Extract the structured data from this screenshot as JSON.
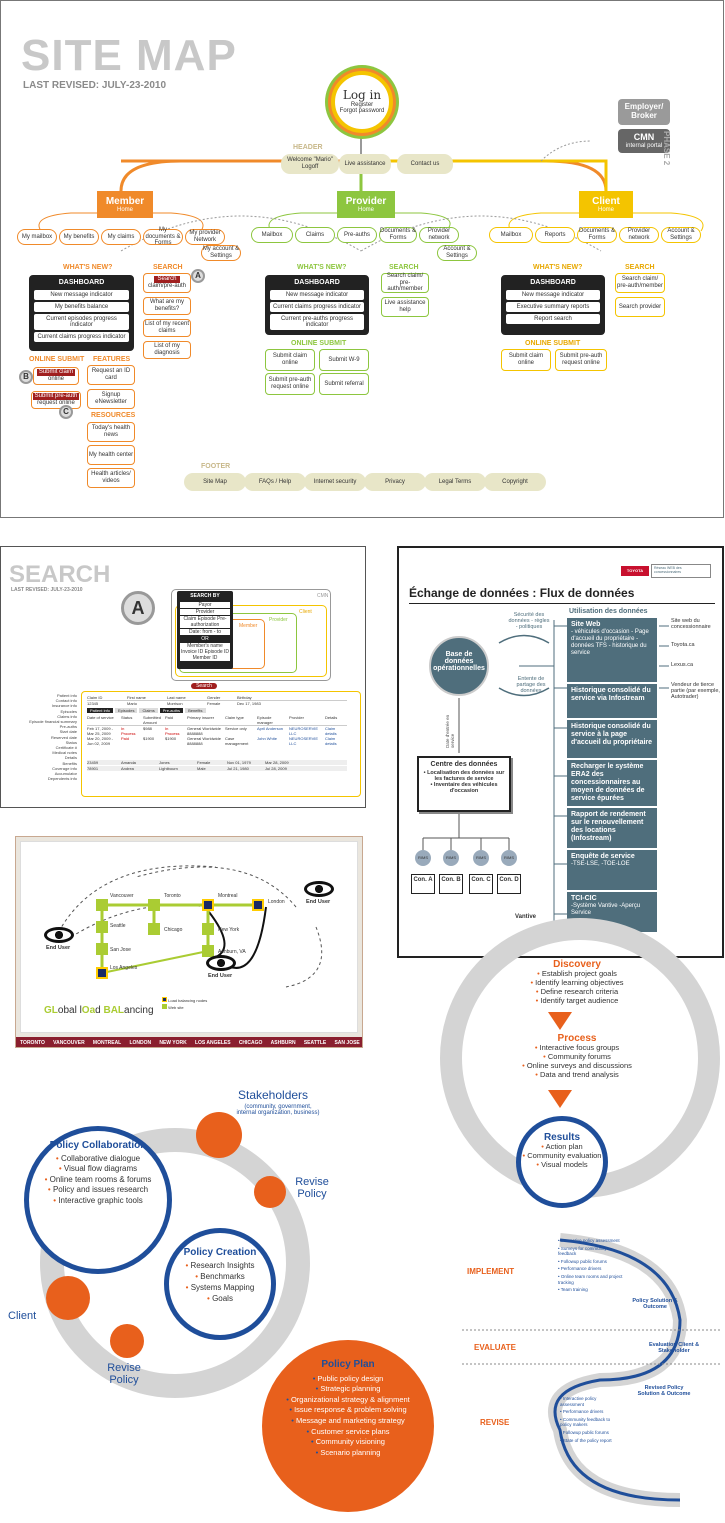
{
  "sitemap": {
    "title": "SITE MAP",
    "revised": "LAST REVISED: JULY-23-2010",
    "login": {
      "title": "Log in",
      "l1": "Register",
      "l2": "Forgot password"
    },
    "phase2": "PHASE 2",
    "employer": "Employer/ Broker",
    "cmn": "CMN",
    "cmn_sub": "internal portal",
    "header_label": "HEADER",
    "welcome": "Welcome \"Mario\"",
    "logoff": "Logoff",
    "live": "Live assistance",
    "contact": "Contact us",
    "member": {
      "title": "Member",
      "home": "Home",
      "nav": [
        "My mailbox",
        "My benefits",
        "My claims",
        "My documents & Forms",
        "My provider Network",
        "My account & Settings"
      ],
      "whatsnew": "WHAT'S NEW?",
      "dash": "DASHBOARD",
      "dash_items": [
        "New message indicator",
        "My benefits balance",
        "Current episodes progress indicator",
        "Current claims progress indicator"
      ],
      "search": "SEARCH",
      "search_btn": "Search",
      "search_sub": "claim/pre-auth",
      "search_items": [
        "What are my benefits?",
        "List of my recent claims",
        "List of my diagnosis"
      ],
      "online": "ONLINE SUBMIT",
      "sub1": "Submit claim",
      "sub1b": "online",
      "sub2": "Submit pre-auth",
      "sub2b": "request online",
      "features": "FEATURES",
      "feat": [
        "Request an ID card",
        "Signup eNewsletter"
      ],
      "resources": "RESOURCES",
      "res": [
        "Today's health news",
        "My health center",
        "Health articles/ videos"
      ]
    },
    "provider": {
      "title": "Provider",
      "home": "Home",
      "nav": [
        "Mailbox",
        "Claims",
        "Pre-auths",
        "Documents & Forms",
        "Provider network",
        "Account & Settings"
      ],
      "whatsnew": "WHAT'S NEW?",
      "dash": "DASHBOARD",
      "dash_items": [
        "New message indicator",
        "Current claims progress indicator",
        "Current pre-auths progress indicator"
      ],
      "search": "SEARCH",
      "search_items": [
        "Search claim/ pre-auth/member",
        "Live assistance help"
      ],
      "online": "ONLINE SUBMIT",
      "sub": [
        "Submit claim online",
        "Submit W-9",
        "Submit pre-auth request online",
        "Submit referral"
      ]
    },
    "client": {
      "title": "Client",
      "home": "Home",
      "nav": [
        "Mailbox",
        "Reports",
        "Documents & Forms",
        "Provider network",
        "Account & Settings"
      ],
      "whatsnew": "WHAT'S NEW?",
      "dash": "DASHBOARD",
      "dash_items": [
        "New message indicator",
        "Executive summary reports",
        "Report search"
      ],
      "search": "SEARCH",
      "search_items": [
        "Search claim/ pre-auth/member",
        "Search provider"
      ],
      "online": "ONLINE SUBMIT",
      "sub": [
        "Submit claim online",
        "Submit pre-auth request online"
      ]
    },
    "badges": [
      "A",
      "B",
      "C"
    ],
    "footer_label": "FOOTER",
    "footer": [
      "Site Map",
      "FAQs / Help",
      "Internet security",
      "Privacy",
      "Legal Terms",
      "Copyright"
    ]
  },
  "search": {
    "title": "SEARCH",
    "revised": "LAST REVISED: JULY-23-2010",
    "badge": "A",
    "cmn": "CMN",
    "client": "Client",
    "provider": "Provider",
    "member": "Member",
    "search_by": "SEARCH BY",
    "by": [
      "Payor",
      "Provider",
      "Claim Episode Pre-authorization",
      "Date: from - to",
      "OR",
      "Member's name Invoice ID Episode ID Member ID"
    ],
    "button": "Search",
    "side": [
      "Patient info",
      "Contact info",
      "Insurance info",
      "Episodes",
      "Claims info",
      "Episode financial summary",
      "Pre-auths",
      "Start date",
      "Reserved date",
      "Status",
      "Certificate #",
      "Medical notes",
      "Details",
      "Benefits",
      "Coverage info",
      "Accumulator",
      "Dependents info"
    ],
    "headers": [
      "Claim ID",
      "First name",
      "Last name",
      "Gender",
      "Birthday"
    ],
    "row1": [
      "12345",
      "Mario",
      "Morrison",
      "Female",
      "Dec 17, 1983"
    ],
    "tabs": [
      "Patient info",
      "Episodes",
      "Claims",
      "Pre-auths",
      "Benefits"
    ],
    "sub_headers": [
      "Date of service",
      "Status",
      "Submitted Amount",
      "Paid",
      "Primary insurer",
      "Claim type",
      "Episode manager",
      "Provider",
      "Details"
    ],
    "rows": [
      [
        "Feb 17, 2009 - Mar 25, 2009",
        "In Process",
        "$988",
        "In Process",
        "General Worldwide 8888888",
        "Service only",
        "April Anderson",
        "NEUROSERVIE LLC",
        "Claim details"
      ],
      [
        "Mar 20, 2009 - Jun 02, 2009",
        "Paid",
        "$1900",
        "$1900",
        "General Worldwide 8888888",
        "Case management",
        "John White",
        "NEUROSERVIE LLC",
        "Claim details"
      ]
    ],
    "more": [
      [
        "23459",
        "Amanda",
        "Jones",
        "Female",
        "Nov 01, 1979",
        "Mar 28, 2009"
      ],
      [
        "78901",
        "Andrea",
        "Lightbourn",
        "Male",
        "Jul 21, 1980",
        "Jul 28, 2009"
      ]
    ]
  },
  "flux": {
    "logo1": "TOYOTA",
    "logo2": "Réseau WEB des concessionnaires",
    "title": "Échange de données : Flux de données",
    "utilisation": "Utilisation des données",
    "securite": "Sécurité des données - règles - politiques",
    "base": "Base de données opérationnelles",
    "entente": "Entente de partage des données",
    "date_entree": "Date d'entrée en service",
    "centre_title": "Centre des données",
    "centre_items": [
      "• Localisation des données sur les factures de service",
      "• Inventaire des véhicules d'occasion"
    ],
    "rims": [
      "RIMS",
      "RIMS",
      "RIMS",
      "RIMS"
    ],
    "cons": [
      "Con. A",
      "Con. B",
      "Con. C",
      "Con. D"
    ],
    "vantive": "Vantive",
    "boxes": [
      {
        "t": "Site Web",
        "s": "- véhicules d'occasion - Page d'accueil du propriétaire - données TFS - historique du service"
      },
      {
        "t": "Historique consolidé du service via Infostream",
        "s": ""
      },
      {
        "t": "Historique consolidé du service à la page d'accueil du propriétaire",
        "s": ""
      },
      {
        "t": "Recharger le système ERA2 des concessionnaires au moyen de données de service épurées",
        "s": ""
      },
      {
        "t": "Rapport de rendement sur le renouvellement des locations (Infostream)",
        "s": ""
      },
      {
        "t": "Enquête de service",
        "s": "-TSE-LSE, -TOE-LOE"
      },
      {
        "t": "TCI-CIC",
        "s": "-Système Vantive -Aperçu Service"
      }
    ],
    "right": [
      "Site web du concessionnaire",
      "Toyota.ca",
      "Lexus.ca",
      "Vendeur de tierce partie (par exemple, Autotrader)"
    ]
  },
  "glb": {
    "cities": [
      "Vancouver",
      "Toronto",
      "Montreal",
      "London",
      "Seattle",
      "Chicago",
      "New York",
      "San Jose",
      "Ashburn, VA",
      "Los Angeles"
    ],
    "end_user": "End User",
    "brand": [
      "GL",
      "obal l",
      "Oa",
      "d ",
      "BAL",
      "ancing"
    ],
    "legend": [
      "Load balancing nodes",
      "Web site"
    ],
    "bottom": [
      "TORONTO",
      "VANCOUVER",
      "MONTREAL",
      "LONDON",
      "NEW YORK",
      "LOS ANGELES",
      "CHICAGO",
      "ASHBURN",
      "SEATTLE",
      "SAN JOSE"
    ]
  },
  "discovery": {
    "d_title": "Discovery",
    "d_items": [
      "Establish project goals",
      "Identify learning objectives",
      "Define research criteria",
      "Identify target audience"
    ],
    "p_title": "Process",
    "p_items": [
      "Interactive focus groups",
      "Community forums",
      "Online surveys and discussions",
      "Data and trend analysis"
    ],
    "r_title": "Results",
    "r_items": [
      "Action plan",
      "Community evaluation",
      "Visual models"
    ]
  },
  "policy": {
    "stakeholders": "Stakeholders",
    "stake_sub": "(community, government, internal organization, business)",
    "revise1": "Revise Policy",
    "client": "Client",
    "revise2": "Revise Policy",
    "collab_title": "Policy Collaboration",
    "collab_items": [
      "Collaborative dialogue",
      "Visual flow diagrams",
      "Online team rooms & forums",
      "Policy and issues research",
      "Interactive graphic tools"
    ],
    "creation_title": "Policy Creation",
    "creation_items": [
      "Research Insights",
      "Benchmarks",
      "Systems Mapping",
      "Goals"
    ],
    "plan_title": "Policy Plan",
    "plan_items": [
      "Public policy design",
      "Strategic planning",
      "Organizational strategy & alignment",
      "Issue response & problem solving",
      "Message and marketing strategy",
      "Customer service plans",
      "Community visioning",
      "Scenario planning"
    ]
  },
  "ier": {
    "implement": "IMPLEMENT",
    "evaluate": "EVALUATE",
    "revise": "REVISE",
    "impl_items": [
      "Interactive policy assessment",
      "Surveys for community feedback",
      "Followup public forums",
      "Performance drivers",
      "Online team rooms and project tracking",
      "Team training"
    ],
    "out1": "Policy Solution & Outcome",
    "out2": "Evaluation Client & Stakeholder",
    "out3": "Revised Policy Solution & Outcome",
    "rev_items": [
      "Interactive policy assessment",
      "Performance drivers",
      "Community feedback to policy makers",
      "Followup public forums",
      "State of the policy report"
    ]
  }
}
